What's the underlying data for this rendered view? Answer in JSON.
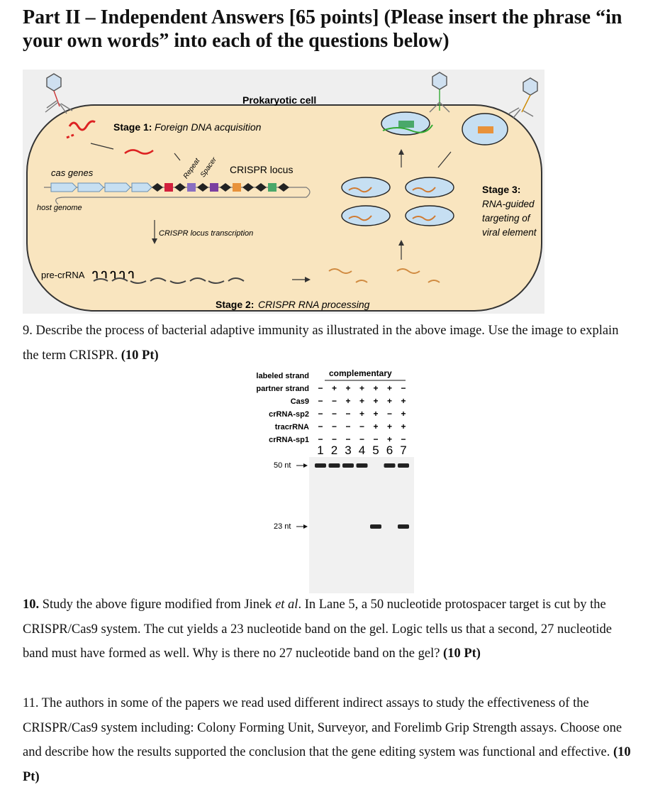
{
  "title": "Part II – Independent Answers [65 points] (Please insert the phrase “in your own words” into each of the questions below)",
  "figure1": {
    "prokaryotic_cell": "Prokaryotic cell",
    "stage1_bold": "Stage 1:",
    "stage1_text": "Foreign DNA acquisition",
    "cas_genes": "cas genes",
    "repeat": "Repeat",
    "spacer": "Spacer",
    "crispr_locus": "CRISPR locus",
    "host_genome": "host genome",
    "crispr_transcription": "CRISPR locus transcription",
    "pre_crrna": "pre-crRNA",
    "stage2_bold": "Stage 2:",
    "stage2_text": "CRISPR RNA processing",
    "stage3_bold": "Stage 3:",
    "stage3_lines": [
      "RNA-guided",
      "targeting of",
      "viral element"
    ]
  },
  "q9": {
    "number": "9.",
    "text": "Describe the process of bacterial adaptive immunity as illustrated in the above image. Use the image to explain the term CRISPR.",
    "points": "(10 Pt)"
  },
  "gel": {
    "header": "complementary",
    "rows": [
      {
        "label": "labeled strand",
        "signs": []
      },
      {
        "label": "partner strand",
        "signs": [
          "−",
          "+",
          "+",
          "+",
          "+",
          "+",
          "−"
        ]
      },
      {
        "label": "Cas9",
        "signs": [
          "−",
          "−",
          "+",
          "+",
          "+",
          "+",
          "+"
        ]
      },
      {
        "label": "crRNA-sp2",
        "signs": [
          "−",
          "−",
          "−",
          "+",
          "+",
          "−",
          "+"
        ]
      },
      {
        "label": "tracrRNA",
        "signs": [
          "−",
          "−",
          "−",
          "−",
          "+",
          "+",
          "+"
        ]
      },
      {
        "label": "crRNA-sp1",
        "signs": [
          "−",
          "−",
          "−",
          "−",
          "−",
          "+",
          "−"
        ]
      }
    ],
    "lanes": [
      "1",
      "2",
      "3",
      "4",
      "5",
      "6",
      "7"
    ],
    "marker_50": "50 nt",
    "marker_23": "23 nt",
    "bands_50nt": [
      1,
      1,
      1,
      1,
      0,
      1,
      1
    ],
    "bands_23nt": [
      0,
      0,
      0,
      0,
      1,
      0,
      1
    ]
  },
  "q10": {
    "number": "10.",
    "text_a": "Study the above figure modified from Jinek",
    "et_al": "et al",
    "text_b": ". In Lane 5, a 50 nucleotide protospacer target is cut by the CRISPR/Cas9 system. The cut yields a 23 nucleotide band on the gel. Logic tells us that a second, 27 nucleotide band must have formed as well. Why is there no 27 nucleotide band on the gel?",
    "points": "(10 Pt)"
  },
  "q11": {
    "text": "11. The authors in some of the papers we read used different indirect assays to study the effectiveness of the CRISPR/Cas9 system including: Colony Forming Unit, Surveyor, and Forelimb Grip Strength assays. Choose one and describe how the results supported the conclusion that the gene editing system was functional and effective.",
    "points": "(10 Pt)"
  }
}
